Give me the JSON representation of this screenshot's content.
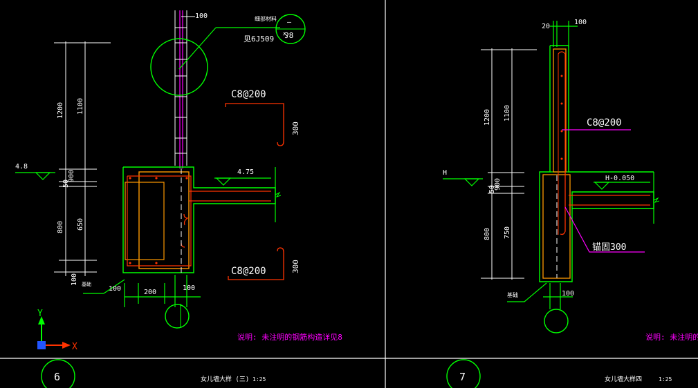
{
  "colors": {
    "background": "#000000",
    "white": "#ffffff",
    "green": "#00ff00",
    "magenta": "#ff00ff",
    "orange": "#ff9900",
    "red": "#ff3300",
    "yellow": "#ffff00",
    "dark_orange": "#cc6600",
    "blue": "#2255ff"
  },
  "left_detail": {
    "dim_top_100": "100",
    "ref_circle_text": "—",
    "ref_circle_number": "⅋8",
    "callout_text": "细部材料",
    "callout_ref": "见6J509",
    "dim_1200": "1200",
    "dim_1100": "1100",
    "dim_900": "900",
    "dim_50": "50",
    "dim_800": "800",
    "dim_650": "650",
    "dim_100_left": "100",
    "dim_bottom_small": "基础",
    "rebar_top": "C8@200",
    "rebar_top_dim": "300",
    "rebar_bottom": "C8@200",
    "rebar_bottom_dim": "300",
    "elev_left": "4.8",
    "elev_slab": "4.75",
    "bottom_100_a": "100",
    "bottom_200": "200",
    "bottom_100_b": "100",
    "note": "说明: 未注明的钢筋构造详见8"
  },
  "right_detail": {
    "dim_20": "20",
    "dim_100_top": "100",
    "dim_1200": "1200",
    "dim_1100": "1100",
    "dim_900": "900",
    "dim_50": "50",
    "dim_800": "800",
    "dim_750": "750",
    "rebar": "C8@200",
    "elev_left": "H",
    "elev_slab": "H-0.050",
    "anchor": "锚固300",
    "base_label": "基础",
    "bottom_100": "100",
    "note": "说明: 未注明的钢筋构造详见"
  },
  "title_block": {
    "left_number": "6",
    "left_title": "女儿墙大样 (三)",
    "left_scale": "1:25",
    "right_number": "7",
    "right_title": "女儿墙大样四",
    "right_scale": "1:25"
  },
  "ucs": {
    "x_label": "X",
    "y_label": "Y"
  },
  "side_tab": {
    "label": "<"
  }
}
